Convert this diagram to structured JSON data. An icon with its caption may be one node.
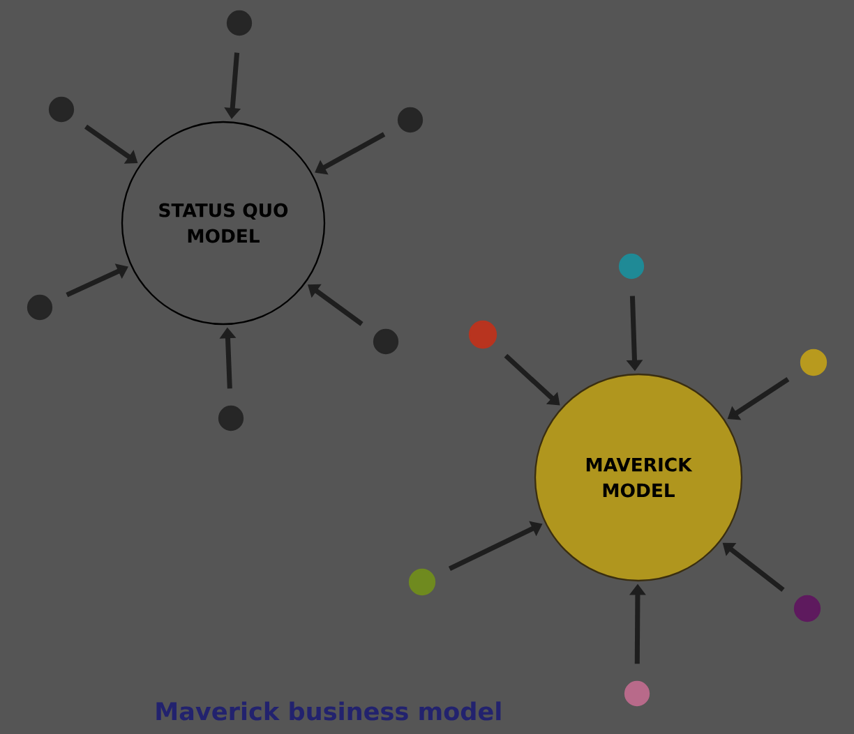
{
  "diagram": {
    "caption": "Maverick business model",
    "nodes": [
      {
        "text": [
          "STATUS QUO MODEL"
        ]
      },
      {
        "text": [],
        "shape": "circle"
      },
      {
        "text": [],
        "shape": "circle"
      },
      {
        "text": [],
        "shape": "circle"
      },
      {
        "text": [],
        "shape": "circle"
      },
      {
        "text": [],
        "shape": "circle"
      },
      {
        "text": [],
        "shape": "circle"
      },
      {
        "text": [
          "MAVERICK MODEL"
        ]
      },
      {
        "text": [],
        "shape": "circle"
      },
      {
        "text": [],
        "shape": "circle"
      },
      {
        "text": [],
        "shape": "circle"
      },
      {
        "text": [],
        "shape": "circle"
      },
      {
        "text": [],
        "shape": "circle"
      },
      {
        "text": [],
        "shape": "circle"
      }
    ],
    "edges": [
      {
        "from": 1,
        "to": 0,
        "arrow": "to"
      },
      {
        "from": 2,
        "to": 0,
        "arrow": "to"
      },
      {
        "from": 3,
        "to": 0,
        "arrow": "to"
      },
      {
        "from": 4,
        "to": 0,
        "arrow": "to"
      },
      {
        "from": 5,
        "to": 0,
        "arrow": "to"
      },
      {
        "from": 6,
        "to": 0,
        "arrow": "to"
      },
      {
        "from": 8,
        "to": 7,
        "arrow": "to"
      },
      {
        "from": 9,
        "to": 7,
        "arrow": "to"
      },
      {
        "from": 10,
        "to": 7,
        "arrow": "to"
      },
      {
        "from": 11,
        "to": 7,
        "arrow": "to"
      },
      {
        "from": 12,
        "to": 7,
        "arrow": "to"
      },
      {
        "from": 13,
        "to": 7,
        "arrow": "to"
      }
    ]
  }
}
